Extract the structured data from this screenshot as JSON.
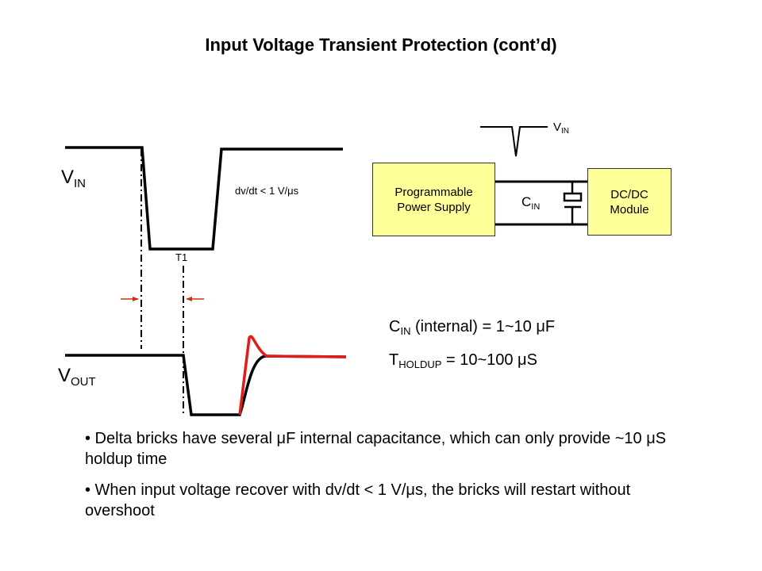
{
  "slide": {
    "title": "Input Voltage Transient Protection (cont’d)"
  },
  "waveforms": {
    "vin_label": {
      "main": "V",
      "sub": "IN"
    },
    "vout_label": {
      "main": "V",
      "sub": "OUT"
    },
    "slope_annotation": "dv/dt < 1 V/μs",
    "interval_label": "T1",
    "colors": {
      "trace": "#000000",
      "overshoot_trace": "#e31b1b",
      "arrow": "#cc3311"
    },
    "traces": [
      {
        "name": "vin",
        "description": "input voltage dips then recovers"
      },
      {
        "name": "vout-no-overshoot",
        "color": "#000000"
      },
      {
        "name": "vout-overshoot",
        "color": "#e31b1b"
      }
    ]
  },
  "circuit": {
    "vin_label": {
      "main": "V",
      "sub": "IN"
    },
    "cin_label": {
      "main": "C",
      "sub": "IN"
    },
    "supply_box": {
      "line1": "Programmable",
      "line2": "Power Supply"
    },
    "module_box": {
      "line1": "DC/DC",
      "line2": "Module"
    },
    "box_color": "#ffff99"
  },
  "specs": {
    "cin": {
      "main": "C",
      "sub": "IN",
      "rest": " (internal) = 1~10 μF"
    },
    "tholdup": {
      "main": "T",
      "sub": "HOLDUP",
      "rest": " = 10~100 μS"
    }
  },
  "bullets": [
    "• Delta bricks have several μF internal capacitance, which can only provide ~10 μS holdup time",
    "• When input voltage recover with dv/dt < 1 V/μs, the bricks will restart without overshoot"
  ]
}
